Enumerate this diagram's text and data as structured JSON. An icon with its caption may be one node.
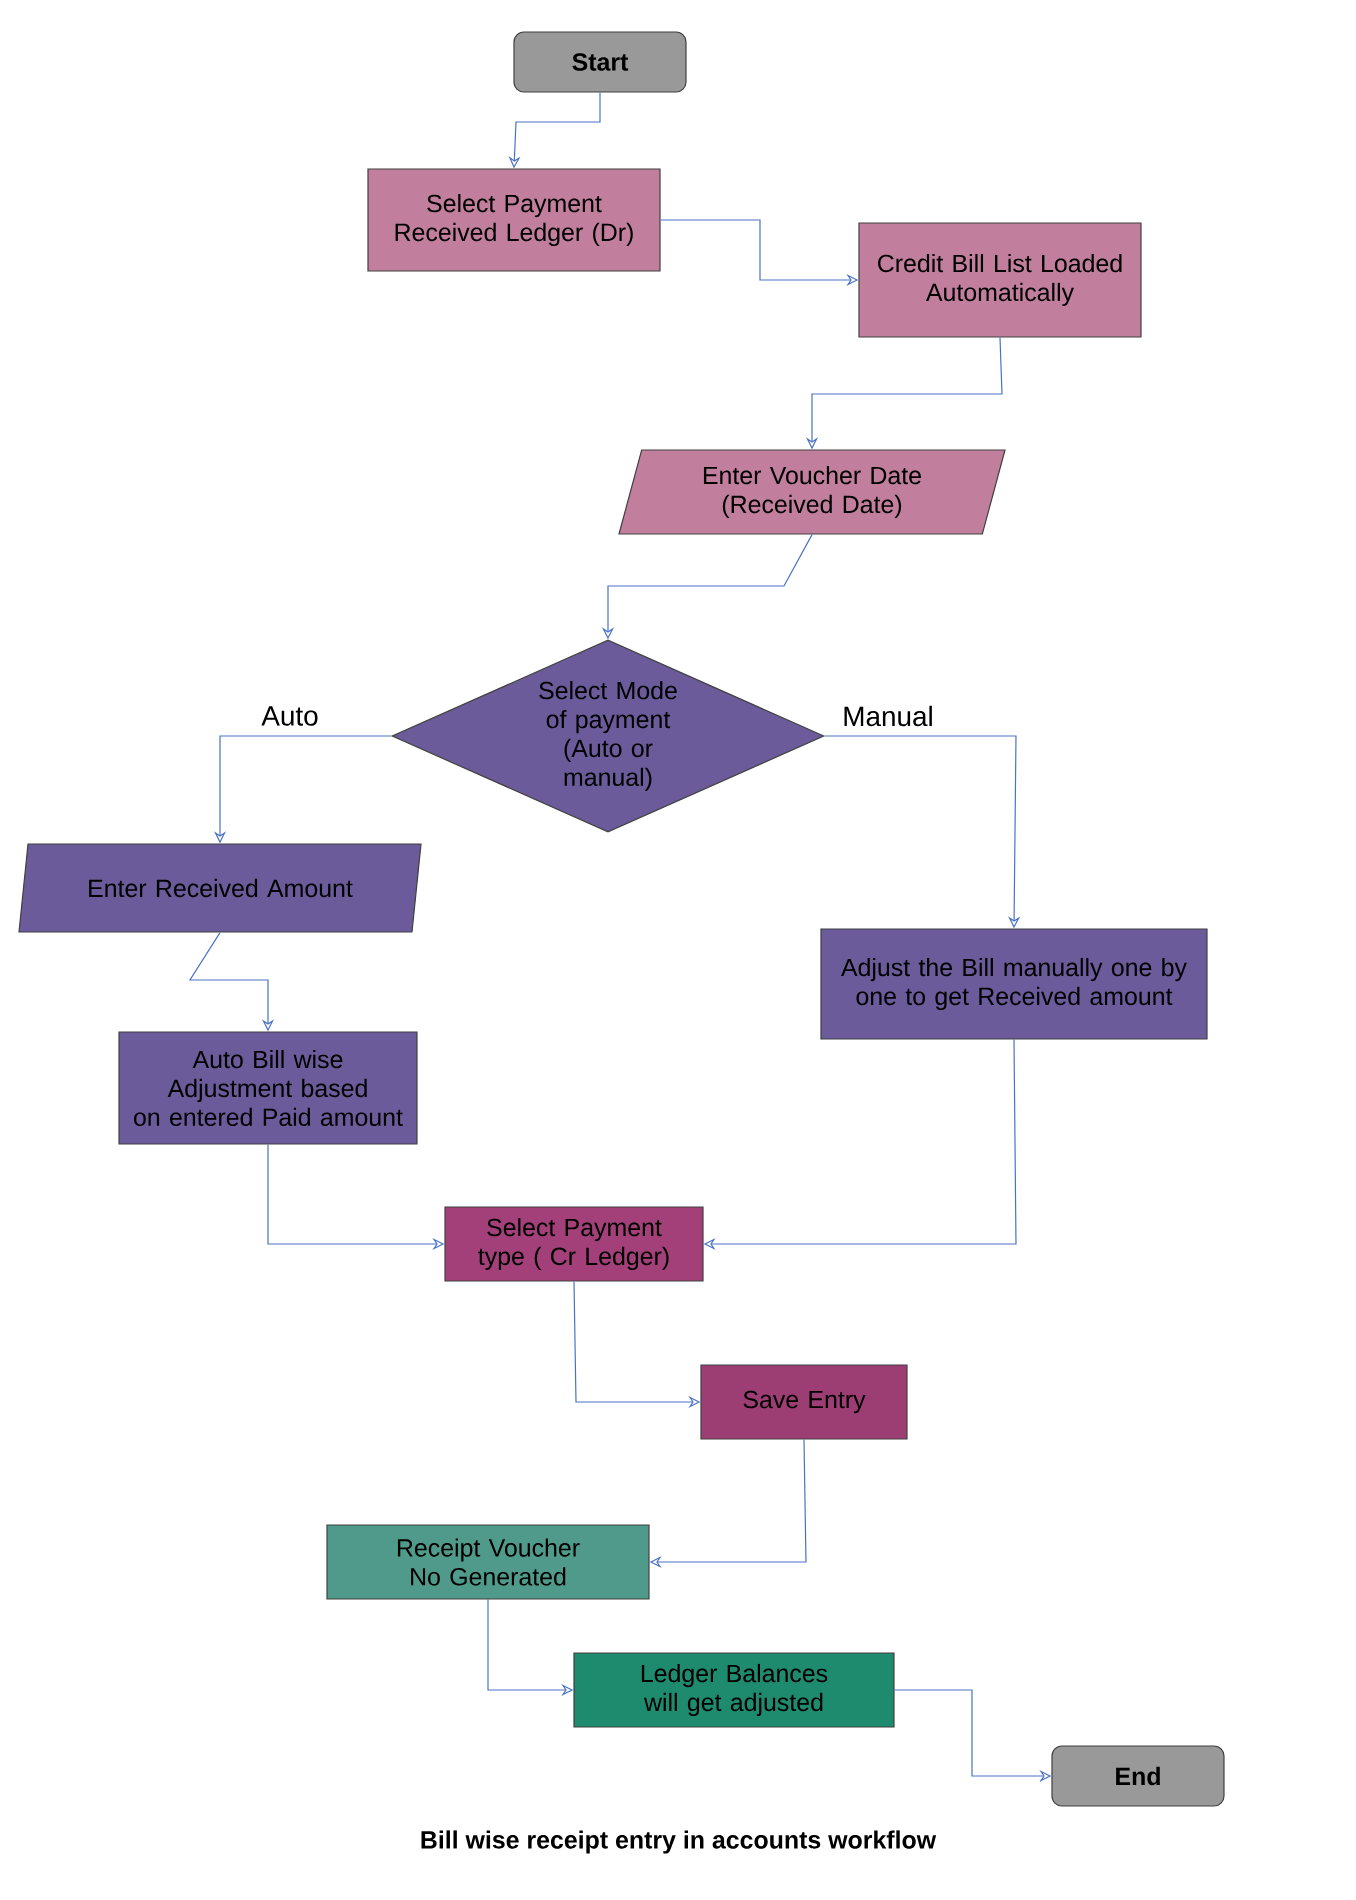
{
  "diagram": {
    "caption": "Bill wise receipt entry in accounts workflow",
    "nodes": [
      {
        "text": [
          "Start"
        ]
      },
      {
        "text": [
          "Select Payment Received Ledger (Dr)"
        ]
      },
      {
        "text": [
          "Credit Bill List Loaded Automatically"
        ]
      },
      {
        "text": [
          "Enter Voucher Date (Received Date)"
        ]
      },
      {
        "text": [
          "Select Mode of payment (Auto or manual)"
        ]
      },
      {
        "text": [
          "Enter Received Amount"
        ]
      },
      {
        "text": [
          "Auto Bill wise Adjustment based on entered Paid amount"
        ]
      },
      {
        "text": [
          "Adjust the Bill manually one by one to get Received amount"
        ]
      },
      {
        "text": [
          "Select Payment type ( Cr Ledger)"
        ]
      },
      {
        "text": [
          "Save Entry"
        ]
      },
      {
        "text": [
          "Receipt Voucher No Generated"
        ]
      },
      {
        "text": [
          "Ledger Balances will get adjusted"
        ]
      },
      {
        "text": [
          "End"
        ]
      }
    ],
    "edges": [
      {
        "from": 0,
        "to": 1,
        "arrow": "to"
      },
      {
        "from": 1,
        "to": 2,
        "arrow": "to"
      },
      {
        "from": 2,
        "to": 3,
        "arrow": "to"
      },
      {
        "from": 3,
        "to": 4,
        "arrow": "to"
      },
      {
        "from": 4,
        "to": 5,
        "arrow": "to",
        "label": "Auto"
      },
      {
        "from": 4,
        "to": 7,
        "arrow": "to",
        "label": "Manual"
      },
      {
        "from": 5,
        "to": 6,
        "arrow": "to"
      },
      {
        "from": 6,
        "to": 8,
        "arrow": "to"
      },
      {
        "from": 7,
        "to": 8,
        "arrow": "to"
      },
      {
        "from": 8,
        "to": 9,
        "arrow": "to"
      },
      {
        "from": 9,
        "to": 10,
        "arrow": "to"
      },
      {
        "from": 10,
        "to": 11,
        "arrow": "to"
      },
      {
        "from": 11,
        "to": 12,
        "arrow": "to"
      }
    ]
  }
}
